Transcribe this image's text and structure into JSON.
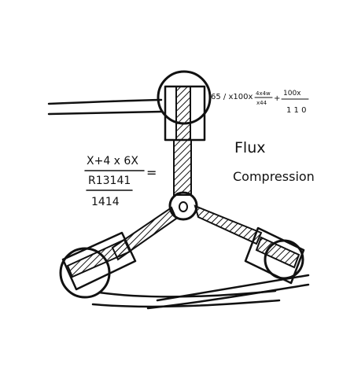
{
  "drawing": {
    "equation_top": {
      "part1": "65 / x100x",
      "frac1_num": "4x4w",
      "frac1_den": "x44",
      "plus": "+",
      "frac2_num": "100x",
      "frac2_den": "1 1 0"
    },
    "equation_left": {
      "line1": "X+4 x 6X",
      "line2": "R13141",
      "line3": "1414",
      "equals": "="
    },
    "title_line1": "Flux",
    "title_line2": "Compression",
    "ink_color": "#111111",
    "paper_color": "#ffffff"
  }
}
